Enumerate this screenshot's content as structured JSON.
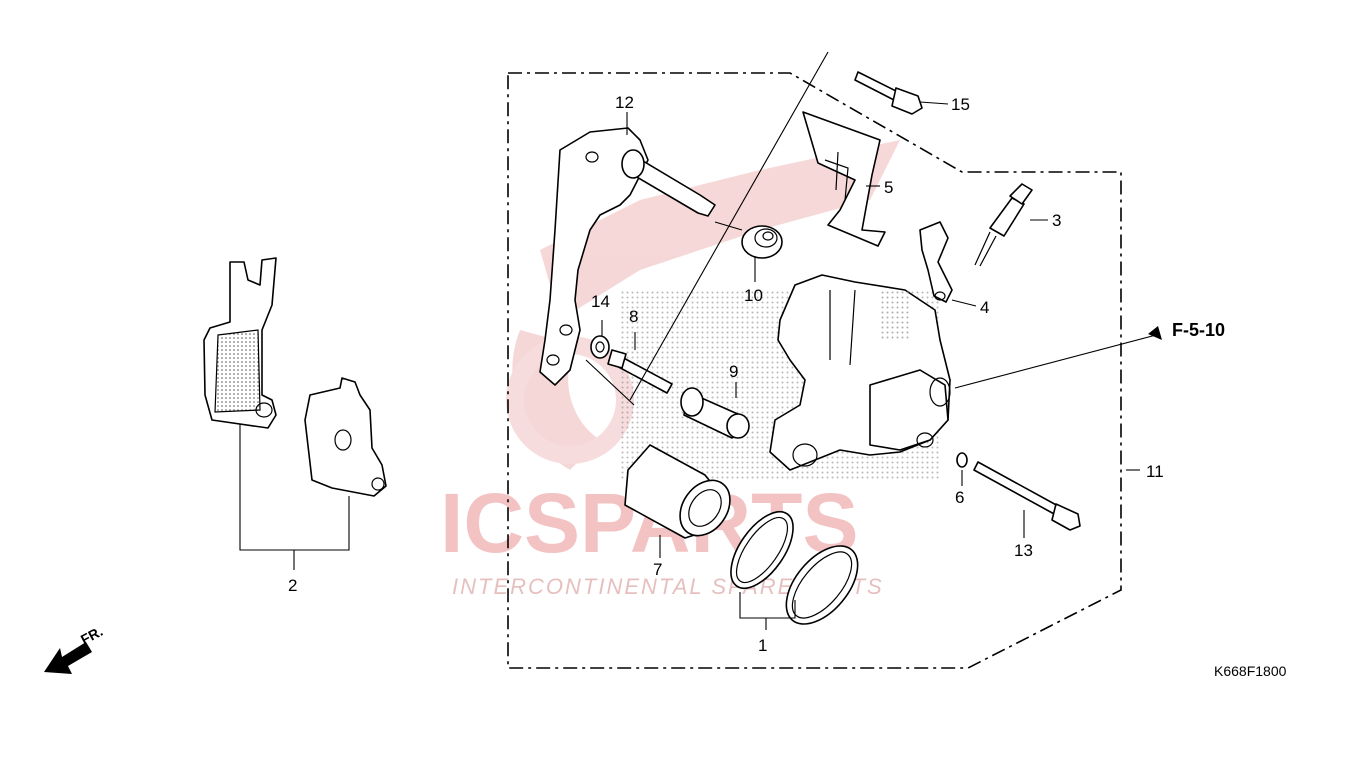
{
  "watermark": {
    "name": "ICSPARTS",
    "tagline": "INTERCONTINENTAL SPARE PARTS",
    "color": "#e8a0a0",
    "gray": "#d8d8d8"
  },
  "diagram_code": "K668F1800",
  "reference": "F-5-10",
  "direction_label": "FR.",
  "callouts": {
    "c1": "1",
    "c2": "2",
    "c3": "3",
    "c4": "4",
    "c5": "5",
    "c6": "6",
    "c7": "7",
    "c8": "8",
    "c9": "9",
    "c10": "10",
    "c11": "11",
    "c12": "12",
    "c13": "13",
    "c14": "14",
    "c15": "15"
  }
}
